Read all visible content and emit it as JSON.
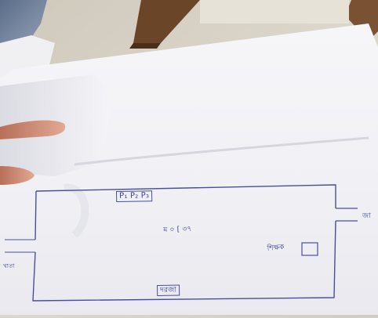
{
  "photo": {
    "desk_color": "#d9d4c8",
    "table_color": "#6e4a2c",
    "paper_color": "#f3f3f7",
    "ink_color": "#3c3f95",
    "skin_color": "#d89880"
  },
  "handwriting": {
    "top_box": "P₁   P₂   P₃",
    "center_label": "ম ০ [ ৩৭",
    "right_label": "শিক্ষক",
    "bottom_box": "দরজা",
    "left_edge_label": "খাতা",
    "right_edge_label": "জা"
  }
}
